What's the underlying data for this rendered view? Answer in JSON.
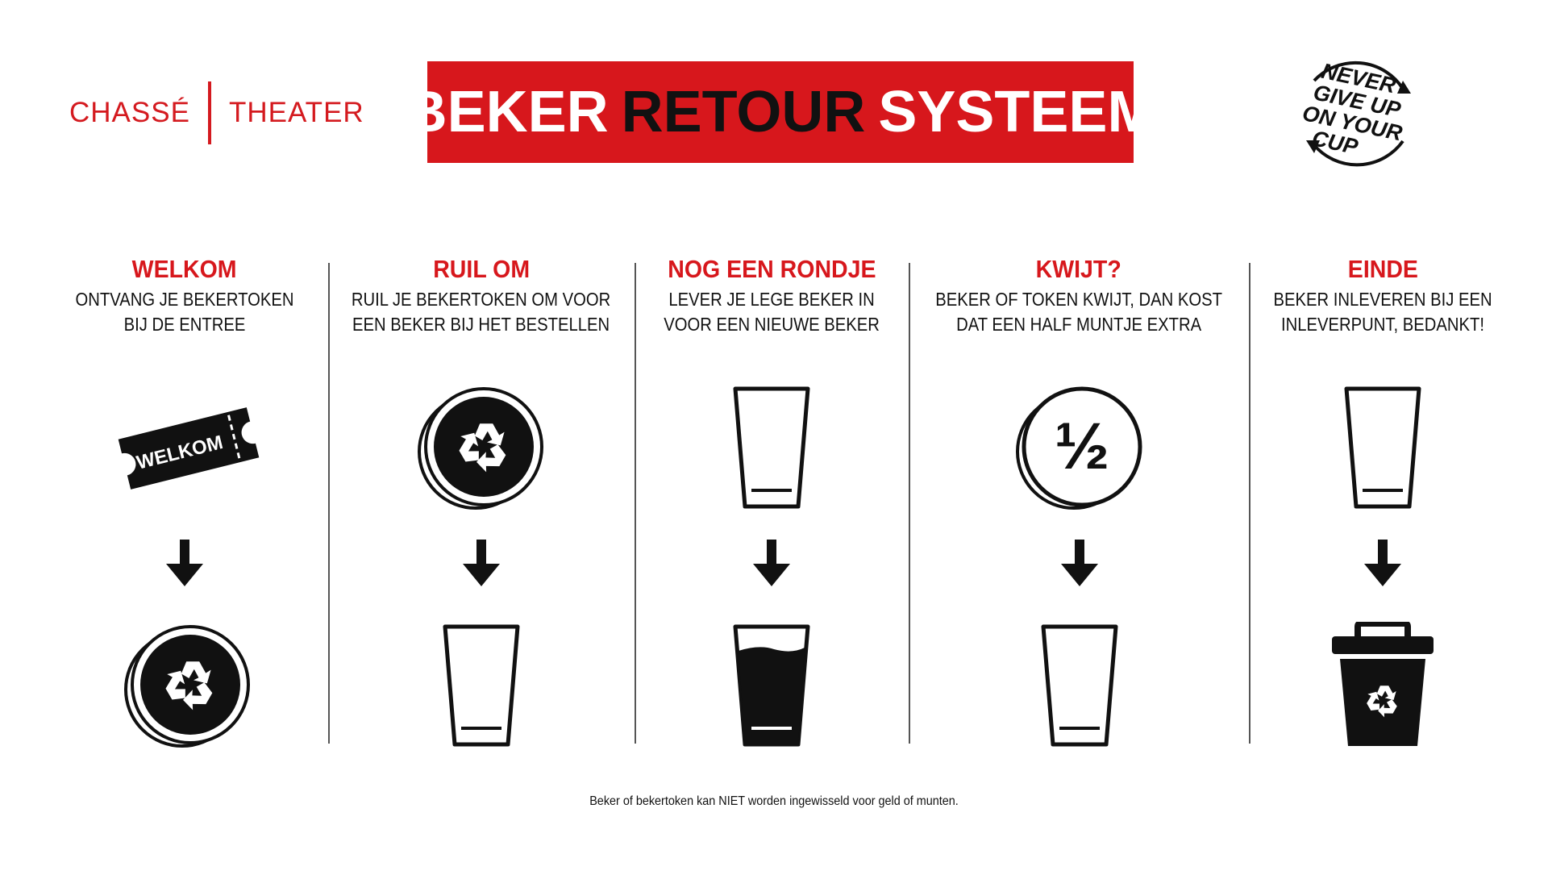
{
  "brand": {
    "left": "CHASSÉ",
    "right": "THEATER",
    "color": "#d41a1f"
  },
  "title": {
    "part1": "BEKER",
    "part2": "RETOUR",
    "part3": "SYSTEEM",
    "banner_color": "#d7171c"
  },
  "badge": {
    "line1": "NEVER",
    "line2": "GIVE UP",
    "line3": "ON YOUR",
    "line4": "CUP"
  },
  "steps": [
    {
      "title": "WELKOM",
      "line1": "ONTVANG JE BEKERTOKEN",
      "line2": "BIJ DE ENTREE",
      "ticket_text": "WELKOM",
      "top_icon": "ticket-icon",
      "bottom_icon": "recycle-token-icon"
    },
    {
      "title": "RUIL OM",
      "line1": "RUIL JE BEKERTOKEN OM VOOR",
      "line2": "EEN BEKER BIJ HET BESTELLEN",
      "top_icon": "recycle-token-icon",
      "bottom_icon": "empty-cup-icon"
    },
    {
      "title": "NOG EEN RONDJE",
      "line1": "LEVER JE LEGE BEKER IN",
      "line2": "VOOR EEN NIEUWE BEKER",
      "top_icon": "empty-cup-icon",
      "bottom_icon": "full-cup-icon"
    },
    {
      "title": "KWIJT?",
      "line1": "BEKER OF TOKEN KWIJT, DAN KOST",
      "line2": "DAT EEN HALF MUNTJE EXTRA",
      "coin_text": "½",
      "top_icon": "half-coin-icon",
      "bottom_icon": "empty-cup-icon"
    },
    {
      "title": "EINDE",
      "line1": "BEKER INLEVEREN BIJ EEN",
      "line2": "INLEVERPUNT, BEDANKT!",
      "top_icon": "empty-cup-icon",
      "bottom_icon": "recycle-bin-icon"
    }
  ],
  "footer": "Beker of bekertoken kan NIET worden ingewisseld voor geld of munten."
}
